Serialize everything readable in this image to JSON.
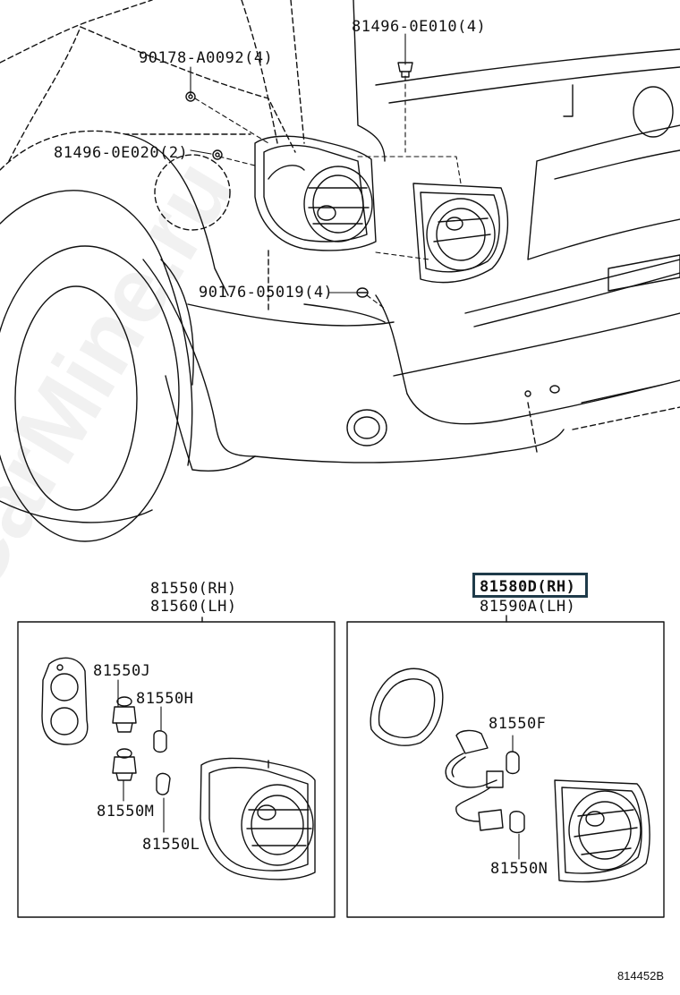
{
  "watermark": "ToyotaCarMine.ru",
  "reference_code": "814452B",
  "top_view": {
    "callouts": [
      {
        "id": "c1",
        "text": "81496-0E010(4)"
      },
      {
        "id": "c2",
        "text": "90178-A0092(4)"
      },
      {
        "id": "c3",
        "text": "81496-0E020(2)"
      },
      {
        "id": "c4",
        "text": "90176-05019(4)"
      }
    ]
  },
  "left_panel": {
    "title_rh": "81550(RH)",
    "title_lh": "81560(LH)",
    "parts": [
      {
        "id": "p1",
        "text": "81550J"
      },
      {
        "id": "p2",
        "text": "81550H"
      },
      {
        "id": "p3",
        "text": "81550M"
      },
      {
        "id": "p4",
        "text": "81550L"
      }
    ]
  },
  "right_panel": {
    "title_rh": "81580D(RH)",
    "title_lh": "81590A(LH)",
    "highlighted": "81580D(RH)",
    "parts": [
      {
        "id": "p5",
        "text": "81550F"
      },
      {
        "id": "p6",
        "text": "81550N"
      }
    ]
  },
  "colors": {
    "line": "#111111",
    "highlight_border": "#1f3b4a",
    "watermark": "#e6e6e6"
  }
}
